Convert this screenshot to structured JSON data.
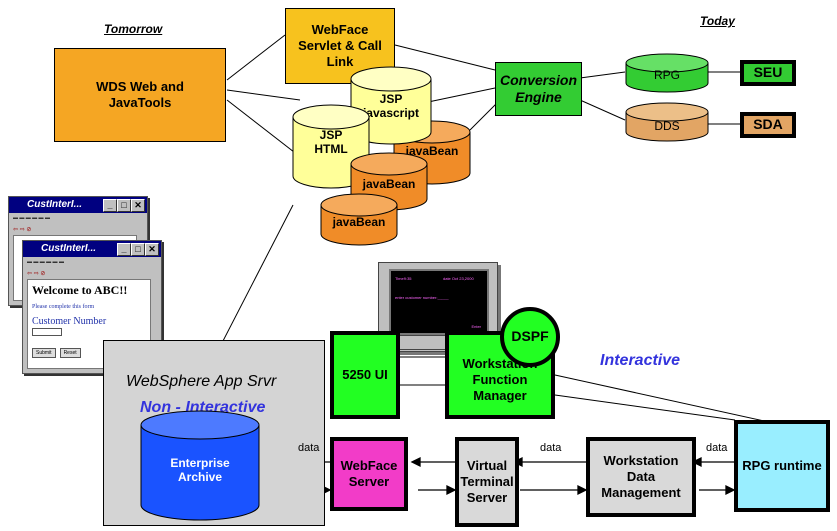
{
  "headings": {
    "tomorrow": "Tomorrow",
    "today": "Today"
  },
  "boxes": {
    "wds": "WDS Web and JavaTools",
    "webface_servlet": "WebFace Servlet & Call Link",
    "conversion": "Conversion Engine",
    "seu": "SEU",
    "sda": "SDA",
    "ui5250": "5250 UI",
    "wfm": "Workstation Function Manager",
    "webface_server": "WebFace Server",
    "vts": "Virtual Terminal Server",
    "wdm": "Workstation Data Management",
    "rpg_runtime": "RPG runtime",
    "dspf": "DSPF"
  },
  "cylinders": {
    "rpg": "RPG",
    "dds": "DDS",
    "jsp_js": "JSP javascript",
    "jsp_html": "JSP HTML",
    "javabean1": "javaBean",
    "javabean2": "javaBean",
    "javabean3": "javaBean",
    "enterprise": "Enterprise Archive"
  },
  "panel": {
    "title": "WebSphere App Srvr",
    "subtitle": "Non - Interactive"
  },
  "interactive": "Interactive",
  "data_labels": {
    "d1": "data",
    "d2": "data",
    "d3": "data"
  },
  "windows": {
    "w1": {
      "title": "CustInterI..."
    },
    "w2": {
      "title": "CustInterI...",
      "heading": "Welcome to ABC!!",
      "instruction": "Please complete this form",
      "field_label": "Customer Number",
      "submit": "Submit",
      "reset": "Reset"
    }
  },
  "monitor": {
    "time": "Time9:35",
    "date": "date Oct 23,2000",
    "prompt": "enter customer number:_____",
    "enter": "Enter"
  },
  "colors": {
    "orange": "#f5a623",
    "yellow": "#f7c21e",
    "green": "#33cc33",
    "tan": "#e2a564",
    "pale_yellow": "#ffff99",
    "cyl_orange": "#f08c28",
    "lime": "#22ff22",
    "magenta": "#f23cc8",
    "gray": "#d4d4d4",
    "cyan": "#99eeff",
    "blue": "#1a53ff",
    "purple": "#3333dd"
  }
}
